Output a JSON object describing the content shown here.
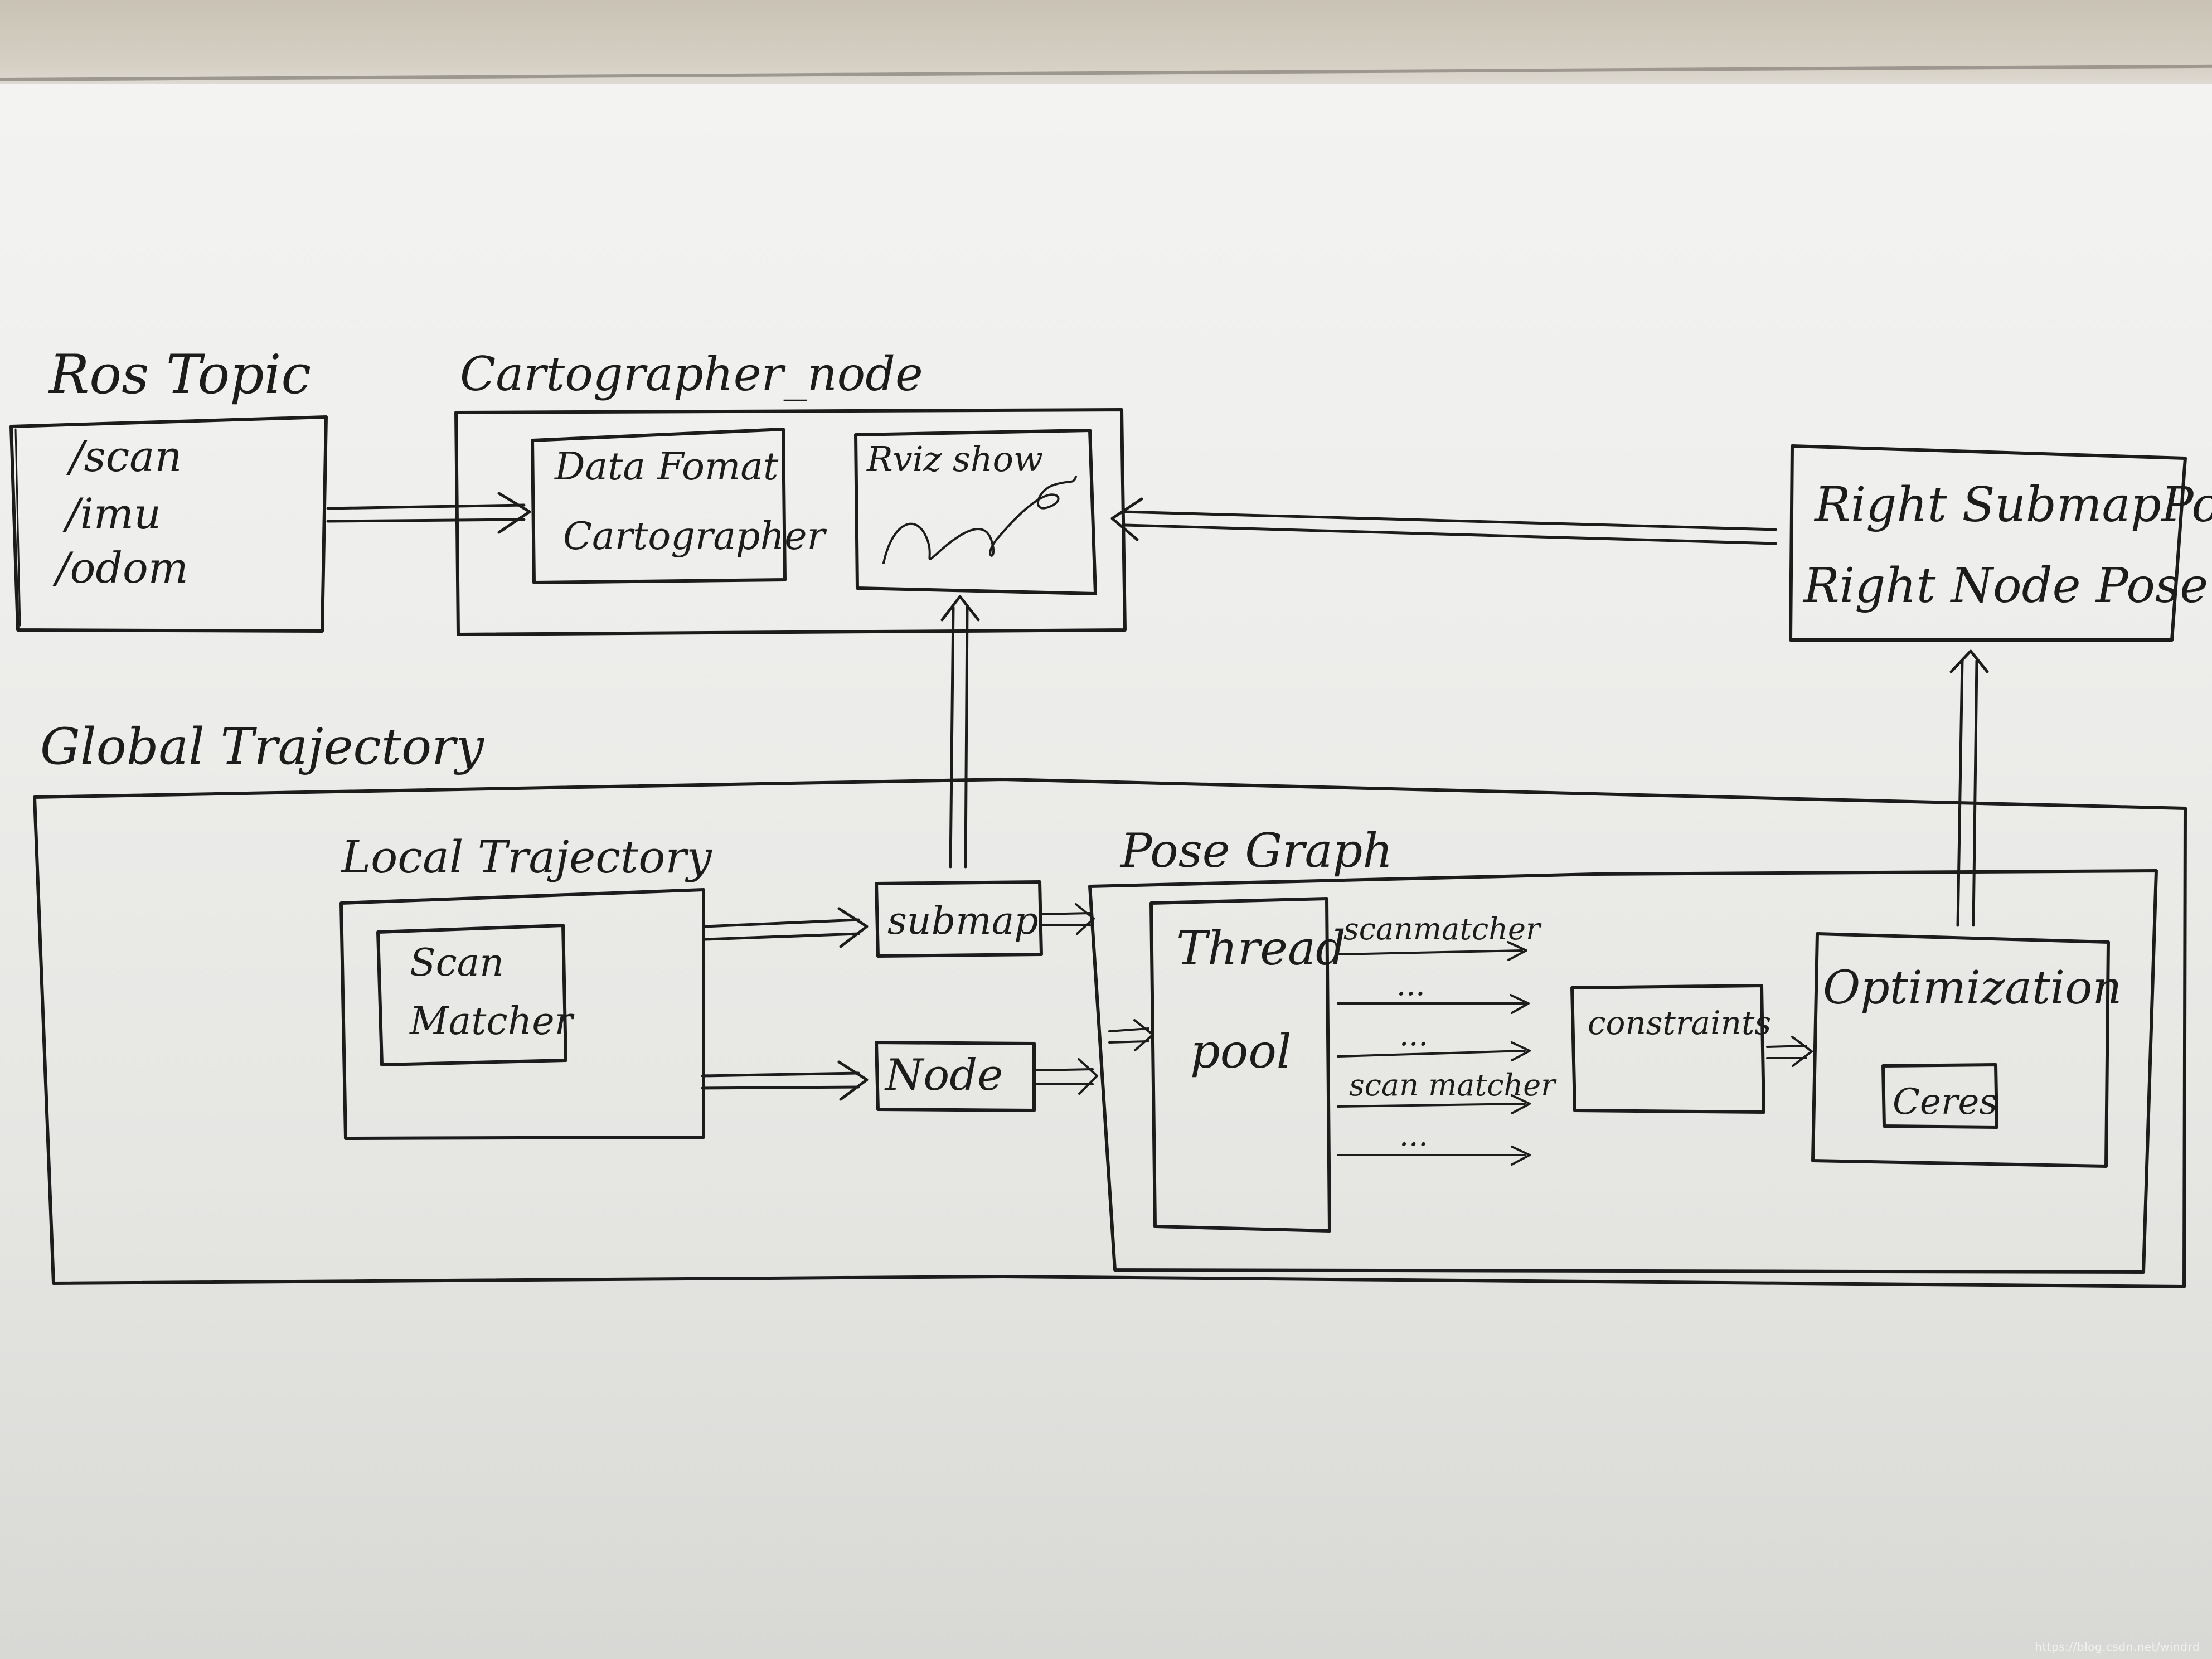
{
  "nodes": {
    "ros_topic": {
      "title": "Ros Topic",
      "lines": [
        "/scan",
        "/imu",
        "/odom"
      ]
    },
    "cartographer_node": {
      "title": "Cartographer_node"
    },
    "data_format": {
      "lines": [
        "Data Fomat",
        "Cartographer"
      ]
    },
    "rviz_show": {
      "label": "Rviz show"
    },
    "right_pose": {
      "lines": [
        "Right SubmapPose",
        "Right Node Pose"
      ]
    },
    "global_trajectory": {
      "title": "Global Trajectory"
    },
    "local_trajectory": {
      "title": "Local Trajectory"
    },
    "scan_matcher": {
      "lines": [
        "Scan",
        "Matcher"
      ]
    },
    "submap": {
      "label": "submap"
    },
    "node": {
      "label": "Node"
    },
    "pose_graph": {
      "title": "Pose Graph"
    },
    "thread_pool": {
      "lines": [
        "Thread",
        "pool"
      ]
    },
    "constraints": {
      "label": "constraints"
    },
    "optimization": {
      "label": "Optimization"
    },
    "ceres": {
      "label": "Ceres"
    }
  },
  "edges": [
    {
      "from": "ros_topic",
      "to": "data_format"
    },
    {
      "from": "right_pose",
      "to": "rviz_show"
    },
    {
      "from": "submap",
      "to": "rviz_show"
    },
    {
      "from": "optimization",
      "to": "right_pose"
    },
    {
      "from": "local_trajectory",
      "to": "submap"
    },
    {
      "from": "local_trajectory",
      "to": "node"
    },
    {
      "from": "submap",
      "to": "thread_pool"
    },
    {
      "from": "node",
      "to": "thread_pool"
    },
    {
      "from": "constraints",
      "to": "optimization"
    }
  ],
  "thread_outputs": [
    "scanmatcher",
    "...",
    "...",
    "scan matcher",
    "..."
  ],
  "watermark": "https://blog.csdn.net/windrd",
  "colors": {
    "ink": "#1c1c1c",
    "paper": "#efefed"
  }
}
